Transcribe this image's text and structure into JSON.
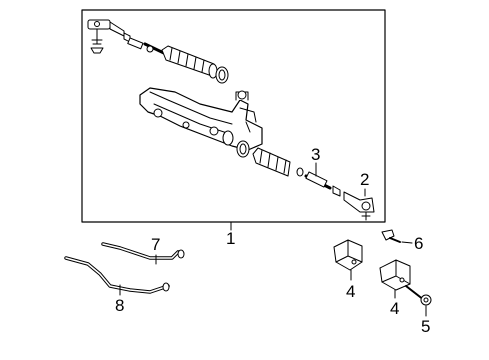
{
  "diagram": {
    "callouts": [
      {
        "id": "c1",
        "text": "1"
      },
      {
        "id": "c2",
        "text": "2"
      },
      {
        "id": "c3",
        "text": "3"
      },
      {
        "id": "c4a",
        "text": "4"
      },
      {
        "id": "c4b",
        "text": "4"
      },
      {
        "id": "c5",
        "text": "5"
      },
      {
        "id": "c6",
        "text": "6"
      },
      {
        "id": "c7",
        "text": "7"
      },
      {
        "id": "c8",
        "text": "8"
      }
    ]
  }
}
